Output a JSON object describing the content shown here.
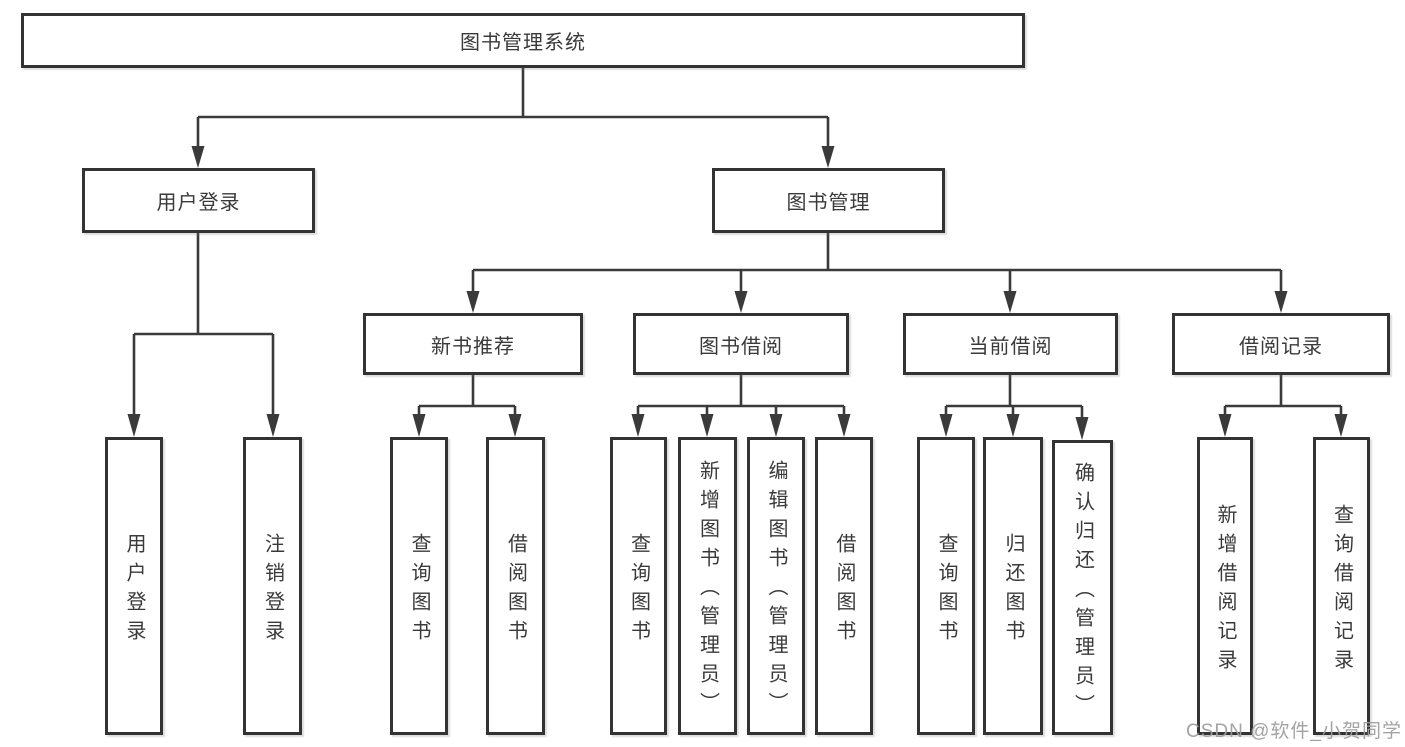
{
  "watermark": "CSDN @软件_小贺同学",
  "tree": {
    "label": "图书管理系统",
    "children": [
      {
        "label": "用户登录",
        "children": [
          {
            "label": "用户登录"
          },
          {
            "label": "注销登录"
          }
        ]
      },
      {
        "label": "图书管理",
        "children": [
          {
            "label": "新书推荐",
            "children": [
              {
                "label": "查询图书"
              },
              {
                "label": "借阅图书"
              }
            ]
          },
          {
            "label": "图书借阅",
            "children": [
              {
                "label": "查询图书"
              },
              {
                "label": "新增图书（管理员）"
              },
              {
                "label": "编辑图书（管理员）"
              },
              {
                "label": "借阅图书"
              }
            ]
          },
          {
            "label": "当前借阅",
            "children": [
              {
                "label": "查询图书"
              },
              {
                "label": "归还图书"
              },
              {
                "label": "确认归还（管理员）"
              }
            ]
          },
          {
            "label": "借阅记录",
            "children": [
              {
                "label": "新增借阅记录"
              },
              {
                "label": "查询借阅记录"
              }
            ]
          }
        ]
      }
    ]
  },
  "colors": {
    "line": "#3a3a3a",
    "border": "#333333",
    "text": "#3a3a3a",
    "watermark": "#9e9e9e",
    "background": "#ffffff"
  }
}
